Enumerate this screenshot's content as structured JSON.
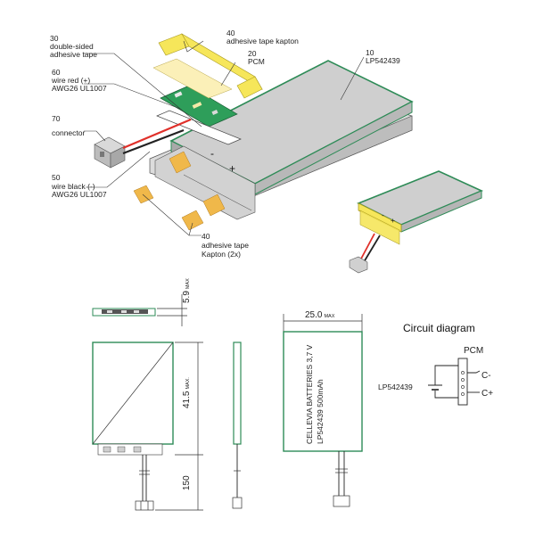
{
  "exploded_view": {
    "callout_10": {
      "num": "10",
      "text": "LP542439"
    },
    "callout_20": {
      "num": "20",
      "text": "PCM"
    },
    "callout_30": {
      "num": "30",
      "line1": "double-sided",
      "line2": "adhesive tape"
    },
    "callout_40_top": {
      "num": "40",
      "text": "adhesive tape kapton"
    },
    "callout_60": {
      "num": "60",
      "line1": "wire red (+)",
      "line2": "AWG26 UL1007"
    },
    "callout_70": {
      "num": "70",
      "text": "connector"
    },
    "callout_50": {
      "num": "50",
      "line1": "wire black (-)",
      "line2": "AWG26 UL1007"
    },
    "callout_40_bottom": {
      "num": "40",
      "line1": "adhesive tape",
      "line2": "Kapton (2x)"
    },
    "polarity_minus": "-",
    "polarity_plus": "+"
  },
  "drawings": {
    "thickness": {
      "value": "5.9",
      "sub": "MAX"
    },
    "length": {
      "value": "41.5",
      "sub": "MAX."
    },
    "width": {
      "value": "25.0",
      "sub": "MAX"
    },
    "wire_length": {
      "value": "150"
    },
    "label_line1": "CELLEVIA BATTERIES 3,7 V",
    "label_line2": "LP542439  500mAh"
  },
  "circuit": {
    "title": "Circuit diagram",
    "pcm_label": "PCM",
    "cell_label": "LP542439",
    "terminal_minus": "C-",
    "terminal_plus": "C+"
  },
  "colors": {
    "green": "#2e8b57",
    "red": "#e0302a",
    "kapton": "#f0b84a",
    "yellow_tape": "#f6e65a",
    "gray": "#c8c8c8"
  }
}
